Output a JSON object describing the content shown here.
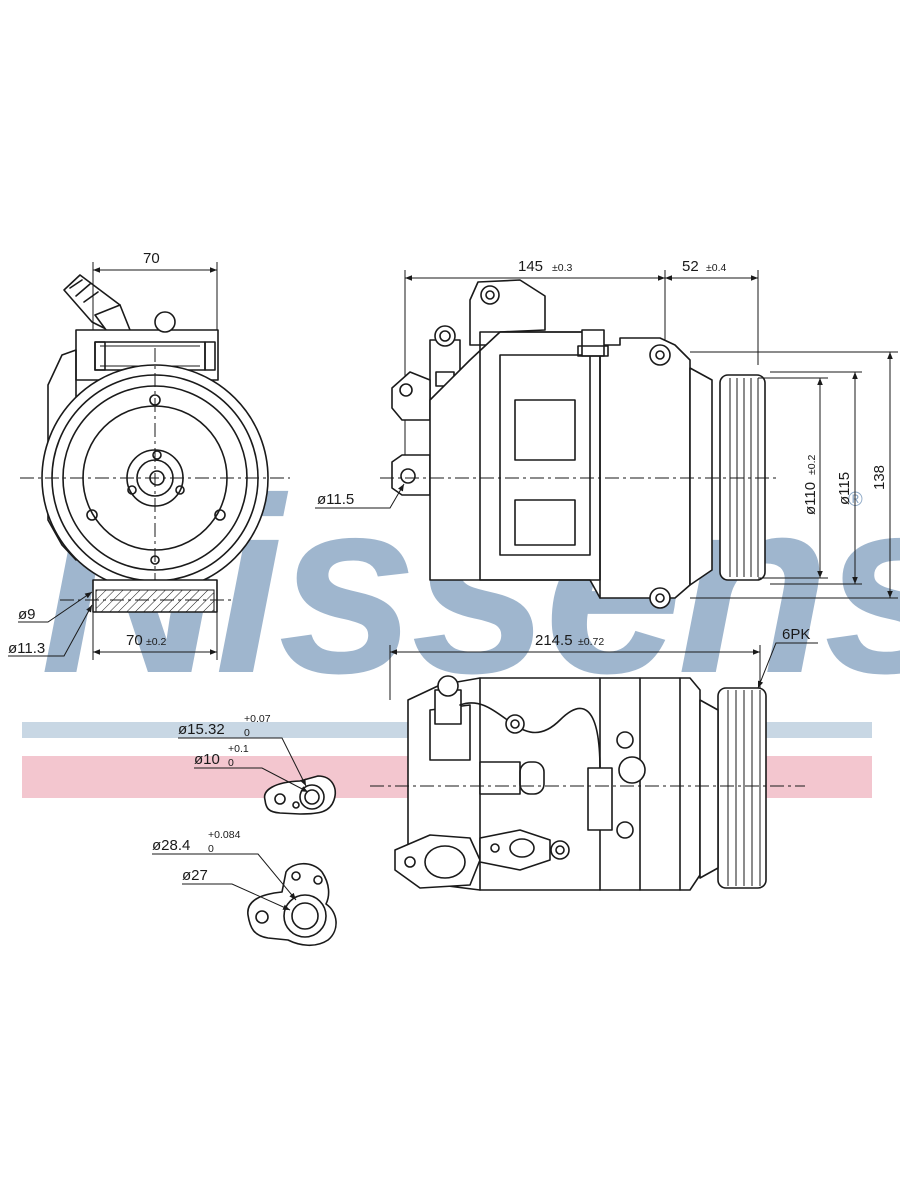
{
  "watermark": {
    "brand": "Nissens",
    "registered_mark": "®",
    "color": "#8ea9c6",
    "band_blue": "#c8d7e4",
    "band_red": "#f3c6cf"
  },
  "dimensions": {
    "front_width": "70",
    "front_base_width": "70",
    "front_base_tol": "±0.2",
    "hole_small": "ø9",
    "hole_large": "ø11.3",
    "side_length": "145",
    "side_length_tol": "±0.3",
    "pulley_offset": "52",
    "pulley_offset_tol": "±0.4",
    "mount_hole": "ø11.5",
    "pulley_dia": "ø110",
    "pulley_dia_tol": "±0.2",
    "pulley_outer": "ø115",
    "overall_height": "138",
    "overall_length": "214.5",
    "overall_length_tol": "±0.72",
    "belt_type": "6PK"
  },
  "ports": {
    "small_port_outer": "ø15.32",
    "small_port_outer_tol_upper": "+0.07",
    "small_port_outer_tol_lower": "0",
    "small_port_inner": "ø10",
    "small_port_inner_tol_upper": "+0.1",
    "small_port_inner_tol_lower": "0",
    "large_port_outer": "ø28.4",
    "large_port_outer_tol_upper": "+0.084",
    "large_port_outer_tol_lower": "0",
    "large_port_inner": "ø27"
  }
}
